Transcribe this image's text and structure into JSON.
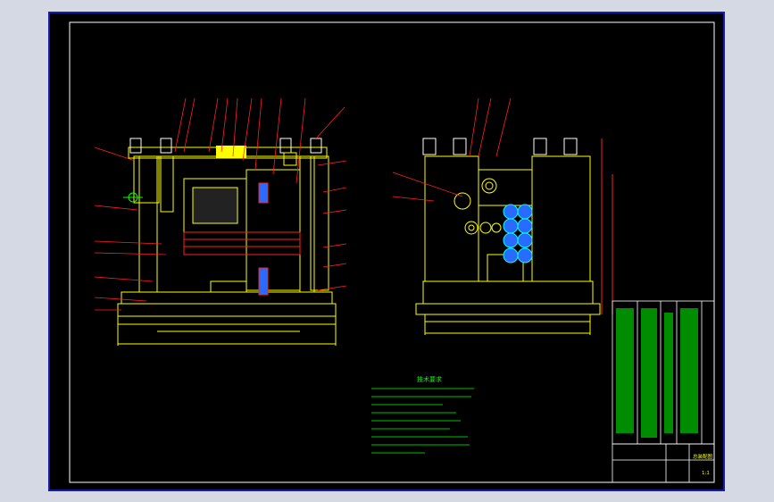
{
  "colors": {
    "background": "#000000",
    "frame_border": "#1a1aa8",
    "outer_page": "#d4d9e4",
    "drawing_border": "#ffffff",
    "primary_lines": "#ffff00",
    "leader_lines": "#ff2020",
    "cyan_lines": "#00ffff",
    "blue_fill": "#2a6bff",
    "green_text": "#00ff00",
    "magenta": "#ff00ff"
  },
  "notes": {
    "title": "技术要求"
  },
  "title_block": {
    "drawing_name": "总装配图",
    "scale": "1:1"
  }
}
